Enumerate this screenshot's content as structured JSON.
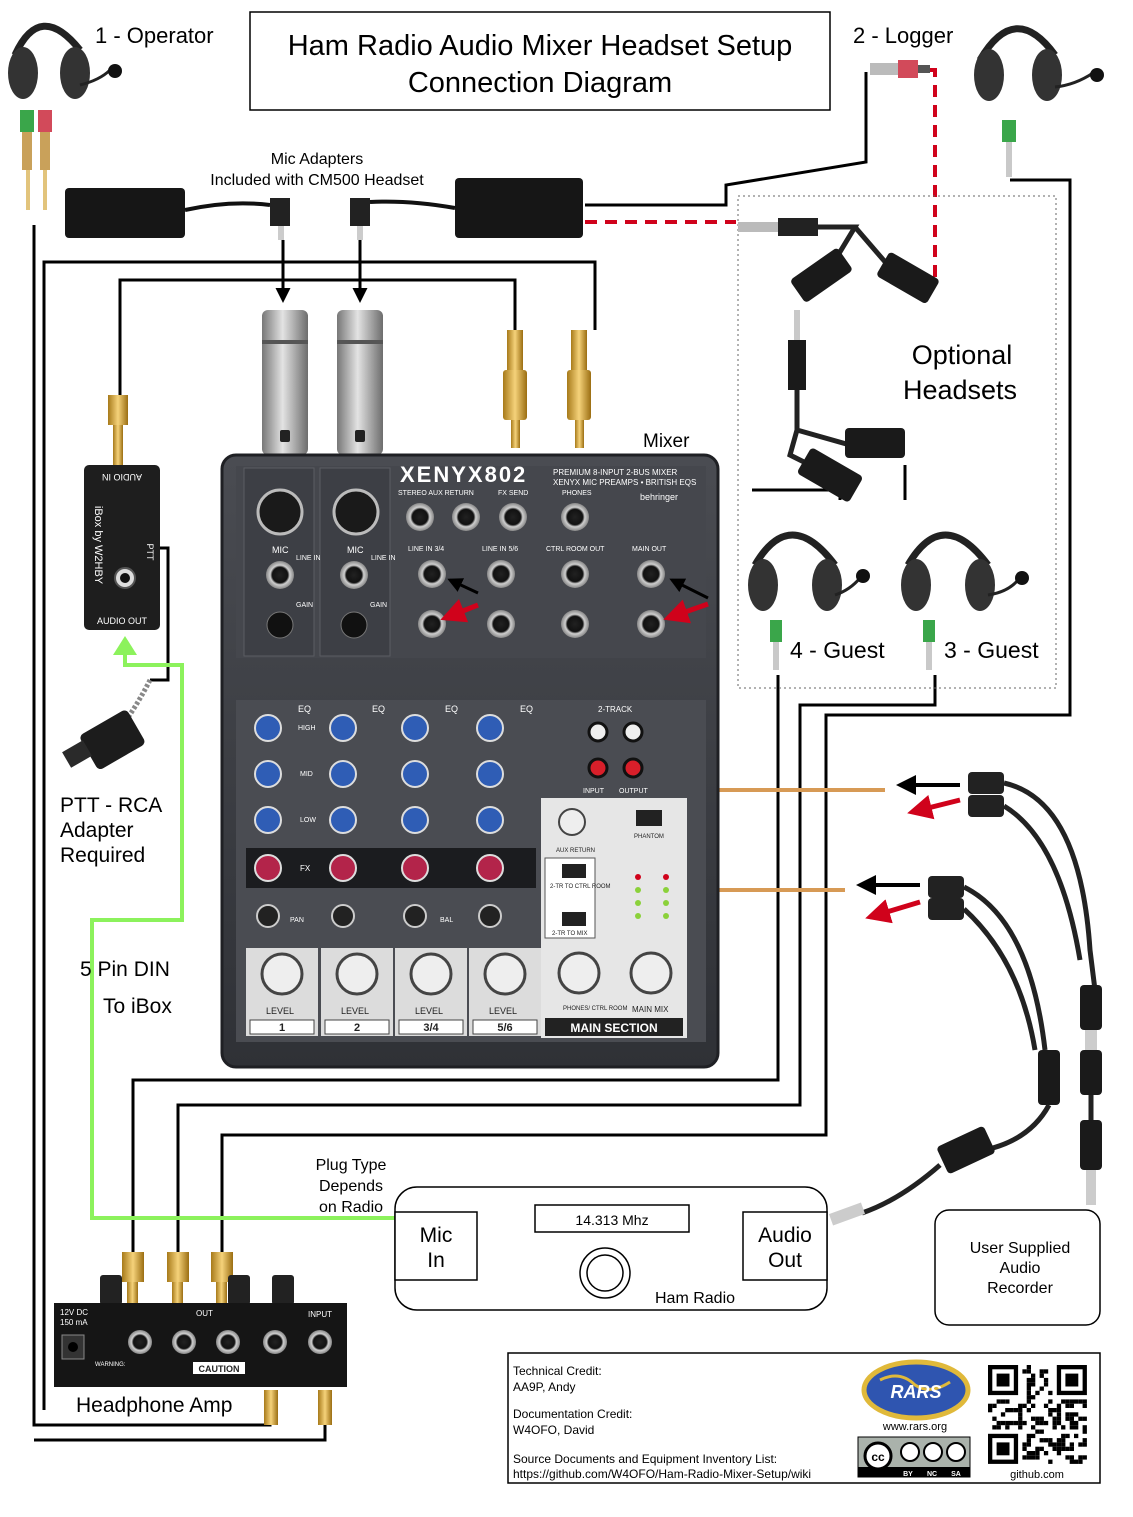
{
  "title": {
    "line1": "Ham Radio Audio Mixer Headset Setup",
    "line2": "Connection Diagram"
  },
  "headsets": {
    "operator": "1 - Operator",
    "logger": "2 - Logger",
    "guest4": "4 - Guest",
    "guest3": "3 - Guest"
  },
  "mic_adapters": {
    "line1": "Mic Adapters",
    "line2": "Included with CM500 Headset"
  },
  "optional": {
    "line1": "Optional",
    "line2": "Headsets"
  },
  "mixer": {
    "label": "Mixer",
    "brand": "XENYX802",
    "subtitle1": "PREMIUM 8-INPUT 2-BUS MIXER",
    "subtitle2": "XENYX MIC PREAMPS • BRITISH EQS",
    "maker": "behringer",
    "section_stereo_aux": "STEREO AUX RETURN",
    "section_fx_send": "FX SEND",
    "section_phones": "PHONES",
    "section_line34": "LINE IN 3/4",
    "section_line56": "LINE IN 5/6",
    "section_ctrl": "CTRL ROOM OUT",
    "section_main_out": "MAIN OUT",
    "mic": "MIC",
    "line_in": "LINE IN",
    "gain": "GAIN",
    "eq": "EQ",
    "high": "HIGH",
    "mid": "MID",
    "low": "LOW",
    "fx": "FX",
    "pan": "PAN",
    "bal": "BAL",
    "level": "LEVEL",
    "two_track": "2-TRACK",
    "input": "INPUT",
    "output": "OUTPUT",
    "aux_return": "AUX RETURN",
    "phantom": "PHANTOM",
    "to_ctrl": "2-TR TO CTRL ROOM",
    "to_mix": "2-TR TO MIX",
    "phones_ctrl": "PHONES/ CTRL ROOM",
    "main_mix": "MAIN MIX",
    "main_section": "MAIN SECTION",
    "ch1": "1",
    "ch2": "2",
    "ch3": "3/4",
    "ch4": "5/6"
  },
  "ibox": {
    "name": "iBox by W2HBY",
    "audio_in": "AUDIO IN",
    "audio_out": "AUDIO OUT",
    "ptt": "PTT"
  },
  "ptt_adapter": {
    "line1": "PTT - RCA",
    "line2": "Adapter",
    "line3": "Required"
  },
  "din": {
    "line1": "5 Pin DIN",
    "line2": "To iBox"
  },
  "plug_type": {
    "line1": "Plug Type",
    "line2": "Depends",
    "line3": "on Radio"
  },
  "radio": {
    "frequency": "14.313 Mhz",
    "name": "Ham Radio",
    "mic_in_1": "Mic",
    "mic_in_2": "In",
    "audio_out_1": "Audio",
    "audio_out_2": "Out"
  },
  "recorder": {
    "line1": "User Supplied",
    "line2": "Audio",
    "line3": "Recorder"
  },
  "headphone_amp": {
    "name": "Headphone Amp",
    "power1": "12V DC",
    "power2": "150 mA",
    "out": "OUT",
    "input": "INPUT",
    "caution": "CAUTION",
    "warning": "WARNING:"
  },
  "credits": {
    "tech_label": "Technical Credit:",
    "tech_name": "AA9P, Andy",
    "doc_label": "Documentation Credit:",
    "doc_name": "W4OFO, David",
    "source_label": "Source Documents and Equipment Inventory List:",
    "source_url": "https://github.com/W4OFO/Ham-Radio-Mixer-Setup/wiki",
    "rars": "RARS",
    "rars_url": "www.rars.org",
    "github": "github.com",
    "cc": "cc",
    "by": "BY",
    "nc": "NC",
    "sa": "SA"
  },
  "colors": {
    "wire": "#000000",
    "green_wire": "#8cf25c",
    "orange_wire": "#d79a55",
    "red_dash": "#d0021b",
    "mixer_body": "#3b3d42",
    "knob_blue": "#2f5db5",
    "knob_red": "#b3244a"
  }
}
